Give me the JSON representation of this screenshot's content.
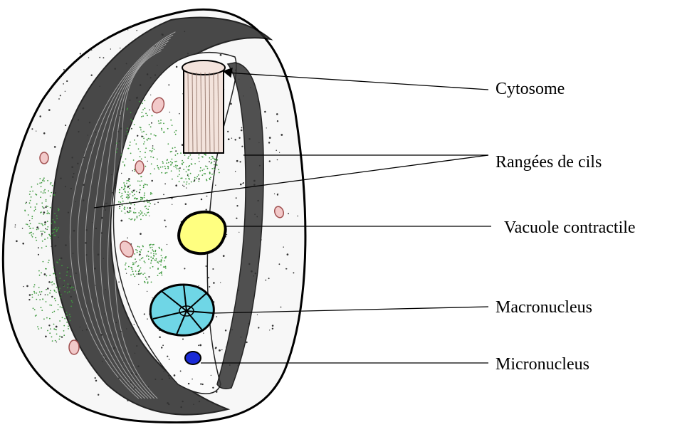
{
  "diagram": {
    "labels": {
      "cytosome": "Cytosome",
      "rangees_de_cils": "Rangées de cils",
      "vacuole_contractile": "Vacuole contractile",
      "macronucleus": "Macronucleus",
      "micronucleus": "Micronucleus"
    },
    "colors": {
      "outline": "#000000",
      "cytoplasm_green": "#3f9a3f",
      "vacuole_fill": "#ffff80",
      "macronucleus_fill": "#6fd6e6",
      "micronucleus_fill": "#1a2ad6",
      "food_vacuole_fill": "#f2c9c9",
      "cytosome_fill": "#f3e3dc"
    }
  }
}
